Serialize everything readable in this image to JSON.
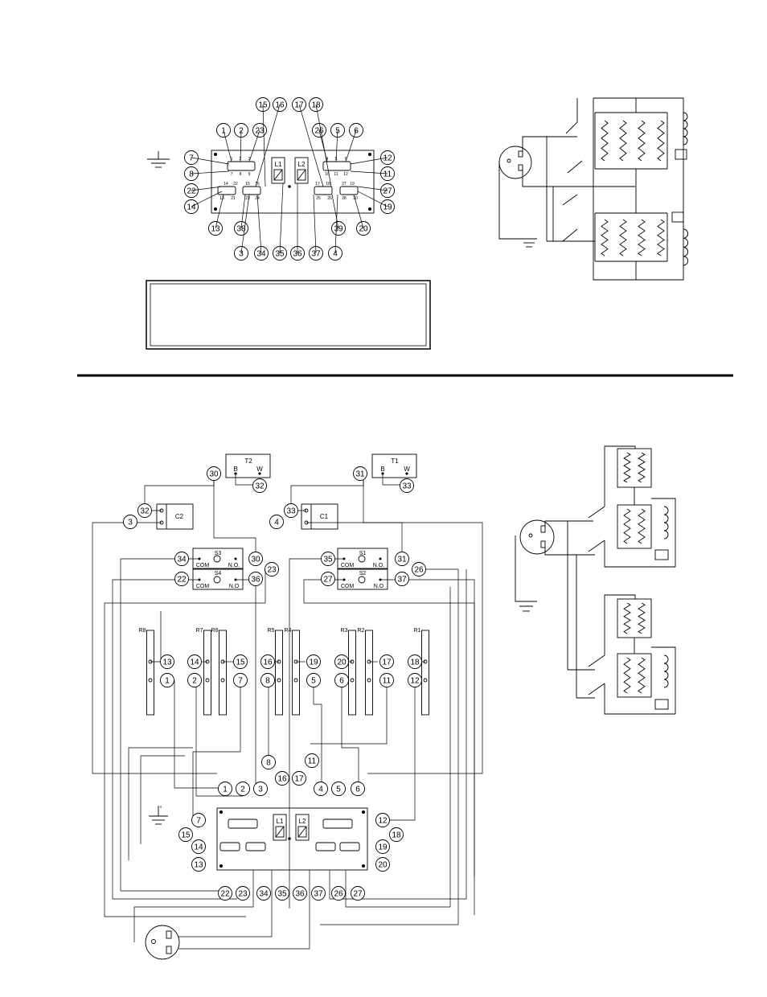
{
  "top": {
    "callouts": [
      "1",
      "2",
      "23",
      "15",
      "16",
      "17",
      "18",
      "26",
      "5",
      "6",
      "7",
      "8",
      "22",
      "14",
      "12",
      "11",
      "27",
      "19",
      "13",
      "38",
      "20",
      "39",
      "3",
      "34",
      "35",
      "36",
      "37",
      "4"
    ],
    "block_labels": {
      "l1": "L1",
      "l2": "L2"
    },
    "pin_numbers": [
      "1",
      "2",
      "3",
      "7",
      "8",
      "9",
      "14",
      "22",
      "13",
      "21",
      "15",
      "16",
      "23",
      "24",
      "4",
      "5",
      "6",
      "10",
      "11",
      "12",
      "17",
      "18",
      "25",
      "26",
      "27",
      "19",
      "28",
      "20"
    ]
  },
  "bottom": {
    "t2": {
      "name": "T2",
      "b": "B",
      "w": "W"
    },
    "t1": {
      "name": "T1",
      "b": "B",
      "w": "W"
    },
    "c2": "C2",
    "c1": "C1",
    "s3": {
      "name": "S3",
      "com": "COM",
      "no": "N.O."
    },
    "s4": {
      "name": "S4",
      "com": "COM",
      "no": "N.O"
    },
    "s1": {
      "name": "S1",
      "com": "COM",
      "no": "N.O."
    },
    "s2": {
      "name": "S2",
      "com": "COM",
      "no": "N.O"
    },
    "resistors": [
      "R8",
      "R7",
      "R6",
      "R5",
      "R4",
      "R3",
      "R2",
      "R1"
    ],
    "callouts_top": [
      "30",
      "32",
      "31",
      "33",
      "32",
      "3",
      "33",
      "4",
      "34",
      "30",
      "35",
      "31",
      "22",
      "36",
      "23",
      "27",
      "37",
      "26"
    ],
    "callouts_resistors": [
      "13",
      "1",
      "14",
      "2",
      "15",
      "7",
      "16",
      "8",
      "19",
      "5",
      "20",
      "6",
      "17",
      "11",
      "18",
      "12"
    ],
    "callouts_lower": [
      "8",
      "11",
      "16",
      "17",
      "1",
      "2",
      "3",
      "4",
      "5",
      "6",
      "7",
      "12",
      "15",
      "18",
      "14",
      "19",
      "13",
      "20",
      "22",
      "23",
      "34",
      "35",
      "36",
      "37",
      "26",
      "27"
    ],
    "block_labels": {
      "l1": "L1",
      "l2": "L2"
    }
  }
}
